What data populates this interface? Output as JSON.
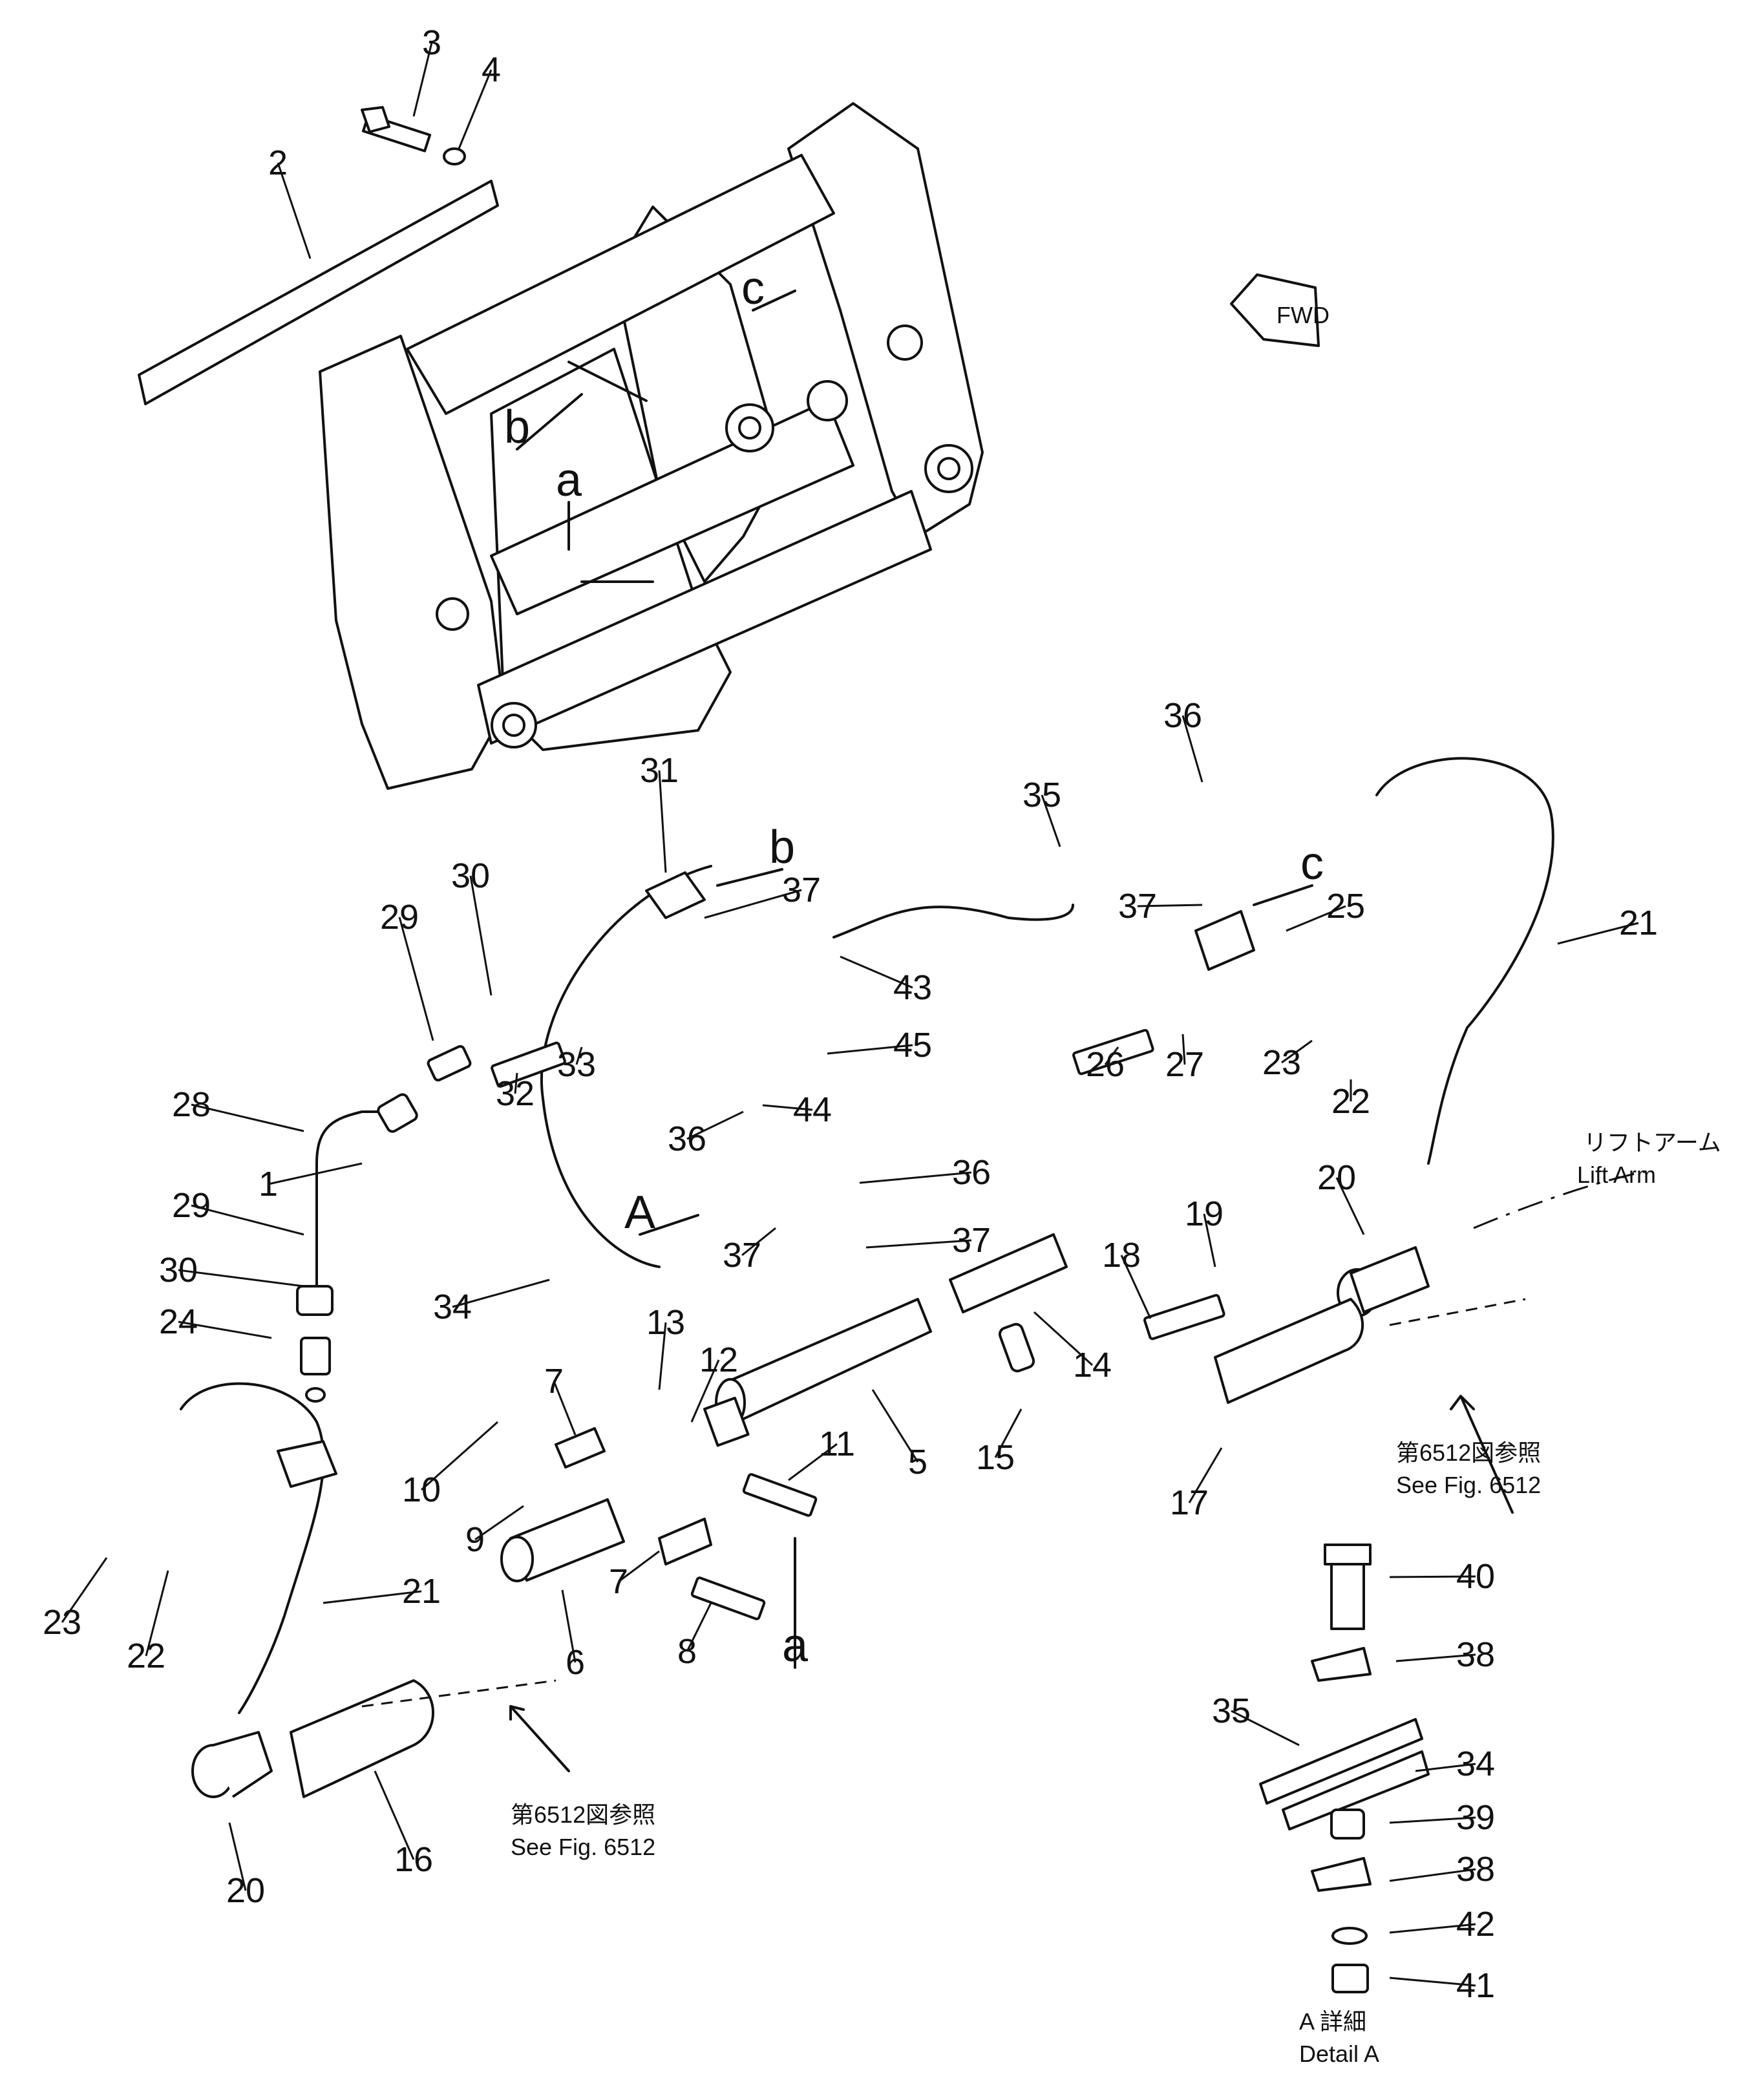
{
  "callouts": [
    {
      "text": "1"
    },
    {
      "text": "2"
    },
    {
      "text": "3"
    },
    {
      "text": "4"
    },
    {
      "text": "31"
    },
    {
      "text": "30"
    },
    {
      "text": "29"
    },
    {
      "text": "37"
    },
    {
      "text": "33"
    },
    {
      "text": "32"
    },
    {
      "text": "28"
    },
    {
      "text": "29"
    },
    {
      "text": "30"
    },
    {
      "text": "24"
    },
    {
      "text": "23"
    },
    {
      "text": "22"
    },
    {
      "text": "21"
    },
    {
      "text": "20"
    },
    {
      "text": "16"
    },
    {
      "text": "6"
    },
    {
      "text": "10"
    },
    {
      "text": "9"
    },
    {
      "text": "7"
    },
    {
      "text": "7"
    },
    {
      "text": "8"
    },
    {
      "text": "13"
    },
    {
      "text": "12"
    },
    {
      "text": "11"
    },
    {
      "text": "5"
    },
    {
      "text": "34"
    },
    {
      "text": "37"
    },
    {
      "text": "36"
    },
    {
      "text": "44"
    },
    {
      "text": "45"
    },
    {
      "text": "43"
    },
    {
      "text": "36"
    },
    {
      "text": "37"
    },
    {
      "text": "14"
    },
    {
      "text": "15"
    },
    {
      "text": "35"
    },
    {
      "text": "36"
    },
    {
      "text": "37"
    },
    {
      "text": "25"
    },
    {
      "text": "26"
    },
    {
      "text": "27"
    },
    {
      "text": "23"
    },
    {
      "text": "22"
    },
    {
      "text": "21"
    },
    {
      "text": "18"
    },
    {
      "text": "19"
    },
    {
      "text": "20"
    },
    {
      "text": "17"
    },
    {
      "text": "40"
    },
    {
      "text": "38"
    },
    {
      "text": "35"
    },
    {
      "text": "34"
    },
    {
      "text": "39"
    },
    {
      "text": "38"
    },
    {
      "text": "42"
    },
    {
      "text": "41"
    }
  ],
  "letters": [
    {
      "text": "a"
    },
    {
      "text": "b"
    },
    {
      "text": "c"
    },
    {
      "text": "b"
    },
    {
      "text": "c"
    },
    {
      "text": "a"
    },
    {
      "text": "A"
    }
  ],
  "notes": {
    "fwd": "FWD",
    "lift_arm_jp": "リフトアーム",
    "lift_arm_en": "Lift Arm",
    "see_fig_jp": "第6512図参照",
    "see_fig_en": "See Fig. 6512",
    "detail_jp": "A 詳細",
    "detail_en": "Detail A"
  }
}
